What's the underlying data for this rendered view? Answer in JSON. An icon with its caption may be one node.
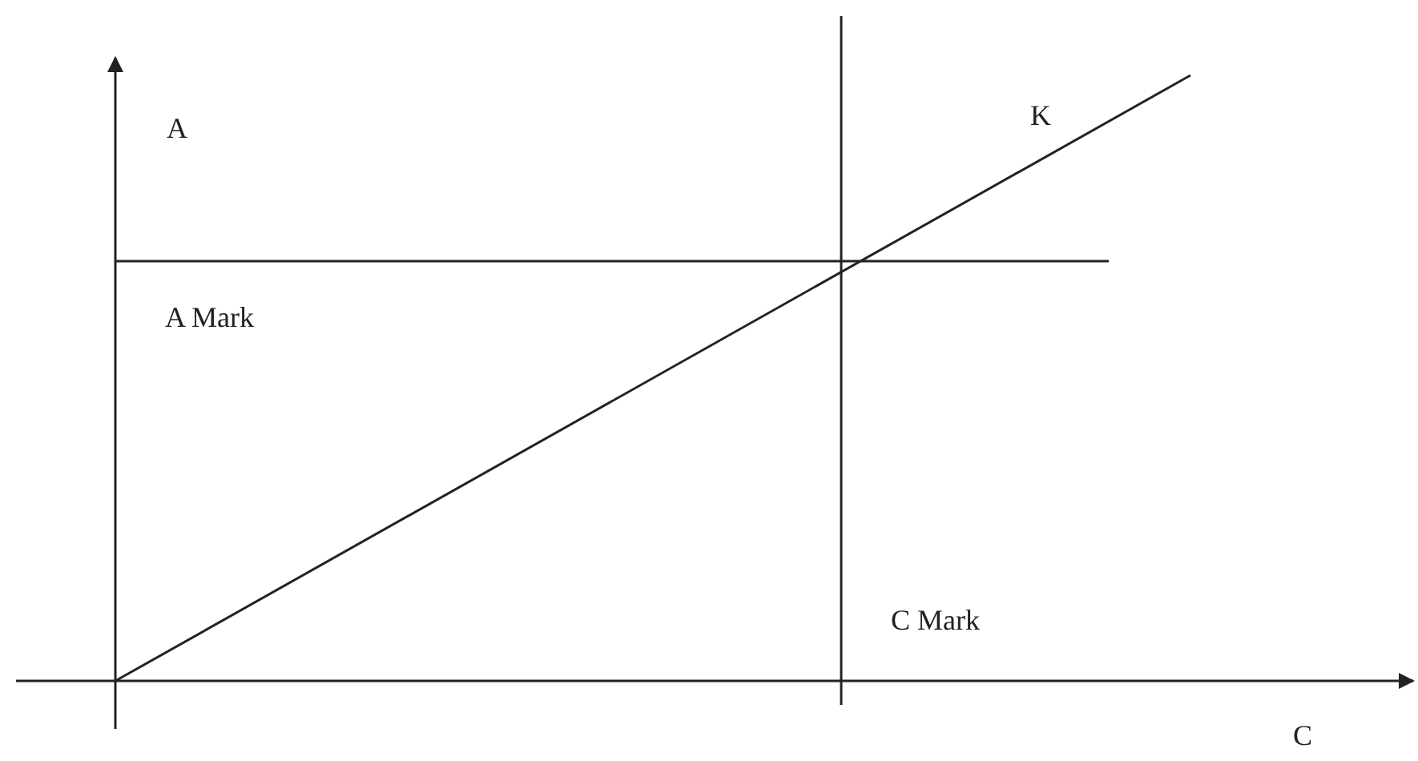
{
  "diagram": {
    "labels": [
      "A",
      "K",
      "A Mark",
      "C Mark",
      "C"
    ]
  }
}
